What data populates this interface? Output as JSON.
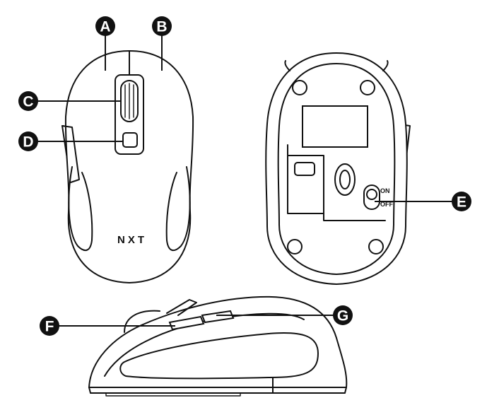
{
  "brand_label": "NXT",
  "switch": {
    "on_label": "ON",
    "off_label": "OFF"
  },
  "callouts": {
    "a": "A",
    "b": "B",
    "c": "C",
    "d": "D",
    "e": "E",
    "f": "F",
    "g": "G"
  },
  "colors": {
    "line": "#111111",
    "callout_fill": "#111111",
    "background": "#ffffff"
  }
}
